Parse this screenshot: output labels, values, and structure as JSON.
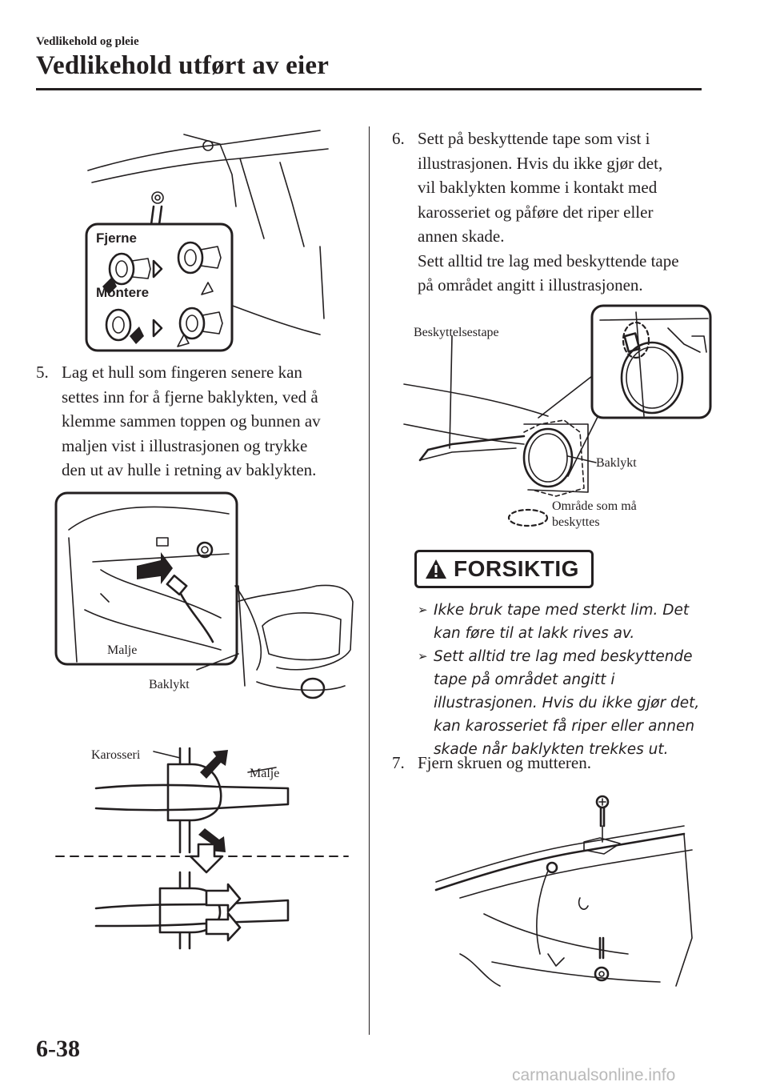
{
  "header": {
    "section": "Vedlikehold og pleie",
    "title": "Vedlikehold utført av eier"
  },
  "figure1": {
    "remove": "Fjerne",
    "install": "Montere"
  },
  "step5": {
    "number": "5.",
    "lines": [
      "Lag et hull som fingeren senere kan",
      "settes inn for å fjerne baklykten, ved å",
      "klemme sammen toppen og bunnen av",
      "maljen vist i illustrasjonen og trykke",
      "den ut av hulle i retning av baklykten."
    ]
  },
  "figure2": {
    "grommet": "Malje",
    "rear_lamp": "Baklykt"
  },
  "figure3": {
    "body": "Karosseri",
    "grommet": "Malje"
  },
  "step6": {
    "number": "6.",
    "lines": [
      "Sett på beskyttende tape som vist i",
      "illustrasjonen. Hvis du ikke gjør det,",
      "vil baklykten komme i kontakt med",
      "karosseriet og påføre det riper eller",
      "annen skade.",
      "Sett alltid tre lag med beskyttende tape",
      "på området angitt i illustrasjonen."
    ]
  },
  "figure4": {
    "tape": "Beskyttelsestape",
    "rear_lamp": "Baklykt",
    "legend_line1": "Område som må",
    "legend_line2": "beskyttes"
  },
  "caution": {
    "word": "FORSIKTIG",
    "bullets": [
      [
        "Ikke bruk tape med sterkt lim. Det",
        "kan føre til at lakk rives av."
      ],
      [
        "Sett alltid tre lag med beskyttende",
        "tape på området angitt i",
        "illustrasjonen. Hvis du ikke gjør det,",
        "kan karosseriet få riper eller annen",
        "skade når baklykten trekkes ut."
      ]
    ]
  },
  "step7": {
    "number": "7.",
    "text": "Fjern skruen og mutteren."
  },
  "footer": {
    "page_number": "6-38",
    "watermark": "carmanualsonline.info"
  }
}
